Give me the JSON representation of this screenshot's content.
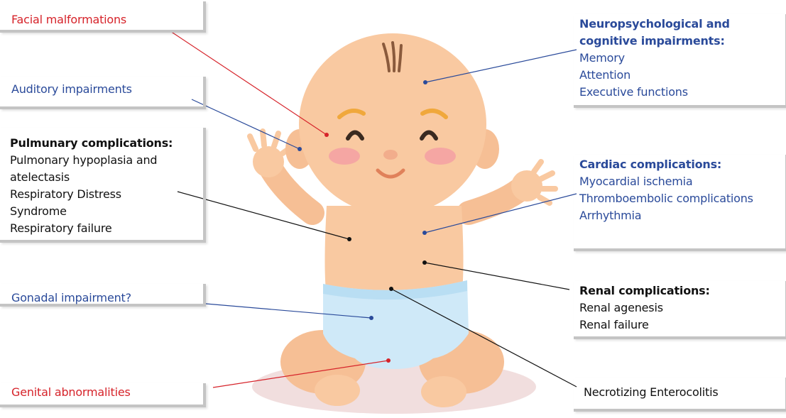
{
  "labels": {
    "facial": "Facial malformations",
    "auditory": "Auditory impairments",
    "pulmonary": {
      "title": "Pulmunary complications:",
      "items": [
        "Pulmonary hypoplasia and",
        "atelectasis",
        "Respiratory Distress",
        "Syndrome",
        "Respiratory failure"
      ]
    },
    "gonadal": "Gonadal impairment?",
    "genital": "Genital abnormalities",
    "neuro": {
      "title_line1": "Neuropsychological and",
      "title_line2": "cognitive impairments:",
      "items": [
        "Memory",
        "Attention",
        "Executive functions"
      ]
    },
    "cardiac": {
      "title": "Cardiac complications:",
      "items": [
        "Myocardial ischemia",
        "Thromboembolic complications",
        "Arrhythmia"
      ]
    },
    "renal": {
      "title": "Renal complications:",
      "items": [
        "Renal agenesis",
        "Renal failure"
      ]
    },
    "nec": "Necrotizing Enterocolitis"
  },
  "colors": {
    "red": "#d6232a",
    "blue": "#2a4a9a",
    "black": "#111111",
    "skin": "#f9c9a1",
    "diaper": "#cfe9f8"
  }
}
